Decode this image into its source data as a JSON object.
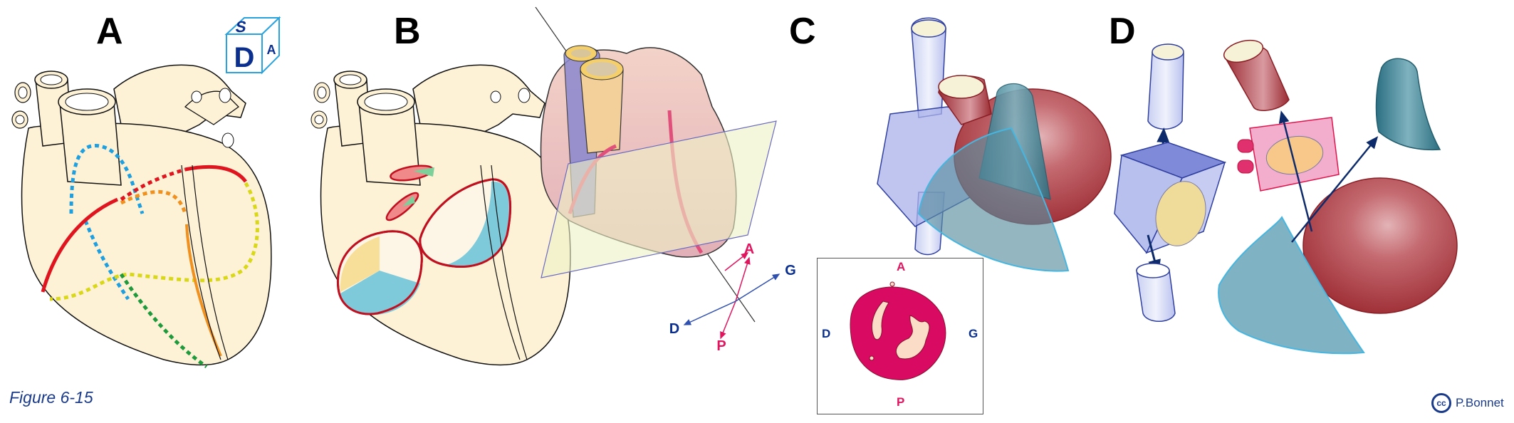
{
  "figure": {
    "caption": "Figure 6-15",
    "credit": "P.Bonnet",
    "credit_icon": "creative-commons-icon",
    "credit_icon_text": "cc"
  },
  "panels": [
    {
      "id": "A",
      "label": "A",
      "description": "Heart exterior with coronary artery territories (dotted colored lines)"
    },
    {
      "id": "B",
      "label": "B",
      "description": "Heart with cut-out valve planes and ventricular chambers"
    },
    {
      "id": "C",
      "label": "C",
      "description": "Heart with transverse section plane and cross-section inset"
    },
    {
      "id": "D",
      "label": "D",
      "description": "Exploded view of heart components"
    }
  ],
  "orientation_cube": {
    "faces": [
      "S",
      "D",
      "A"
    ],
    "color": "#0a2f8f",
    "edge_color": "#29a3e0"
  },
  "axes_C": {
    "A": "A",
    "P": "P",
    "D": "D",
    "G": "G",
    "AP_color": "#e0155e",
    "DG_color": "#0a2f8f"
  },
  "inset_C": {
    "top": "A",
    "bottom": "P",
    "left": "D",
    "right": "G"
  },
  "colors": {
    "heart_fill": "#fdf1d6",
    "artery_red": "#e0141e",
    "artery_blue": "#1ea0e0",
    "artery_yellow": "#d8d818",
    "artery_green": "#1e9a3c",
    "artery_orange": "#f0901e",
    "muscle_magenta": "#d90a62",
    "chamber_blue": "#7ecadb",
    "chamber_yellow": "#f7df9a",
    "ventricle_dark_red": "#a8323a",
    "outflow_teal": "#3b8797",
    "atrium_periwinkle": "#aab2ea",
    "plane_green": "#eef2c6"
  }
}
